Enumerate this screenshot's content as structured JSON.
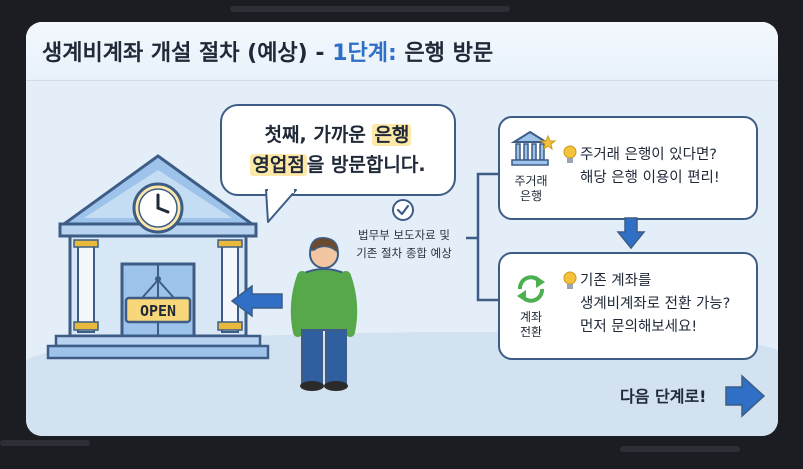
{
  "header": {
    "title_main": "생계비계좌 개설 절차 (예상) - ",
    "title_step": "1단계:",
    "title_rest": " 은행 방문"
  },
  "bubble": {
    "line1_prefix": "첫째, 가까운 ",
    "line1_highlight": "은행",
    "line2_highlight": "영업점",
    "line2_suffix": "을 방문합니다."
  },
  "note": {
    "line1": "법무부 보도자료 및",
    "line2": "기존 절차 종합 예상"
  },
  "bank": {
    "sign": "OPEN"
  },
  "box1": {
    "icon_label_line1": "주거래",
    "icon_label_line2": "은행",
    "text_line1": "주거래 은행이 있다면?",
    "text_line2": "해당 은행 이용이 편리!"
  },
  "box2": {
    "icon_label_line1": "계좌",
    "icon_label_line2": "전환",
    "text_line1": "기존 계좌를",
    "text_line2": "생계비계좌로 전환 가능?",
    "text_line3": "먼저 문의해보세요!"
  },
  "footer": {
    "next_label": "다음 단계로!"
  },
  "colors": {
    "accent": "#2f6fc6",
    "outline": "#3d5d86",
    "highlight": "#fde8a8",
    "background": "#e4eef8"
  }
}
